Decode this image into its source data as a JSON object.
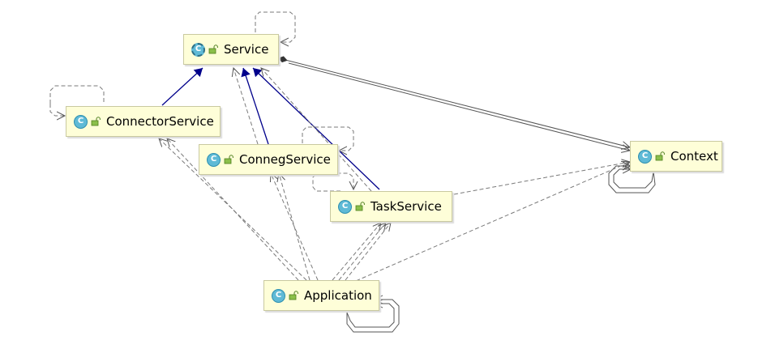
{
  "colors": {
    "node_fill": "#fefed8",
    "node_border": "#c9c9a0",
    "inheritance_edge": "#00008b",
    "dependency_edge": "#7a7a7a",
    "class_icon": "#5fbad6"
  },
  "nodes": [
    {
      "id": "service",
      "label": "Service",
      "icon": "abstract-class-icon"
    },
    {
      "id": "connector",
      "label": "ConnectorService",
      "icon": "class-icon"
    },
    {
      "id": "conneg",
      "label": "ConnegService",
      "icon": "class-icon"
    },
    {
      "id": "task",
      "label": "TaskService",
      "icon": "class-icon"
    },
    {
      "id": "context",
      "label": "Context",
      "icon": "class-icon"
    },
    {
      "id": "application",
      "label": "Application",
      "icon": "class-icon"
    }
  ],
  "class_icon_letter": "C",
  "edges": [
    {
      "from": "connector",
      "to": "service",
      "kind": "extends"
    },
    {
      "from": "conneg",
      "to": "service",
      "kind": "extends"
    },
    {
      "from": "task",
      "to": "service",
      "kind": "extends"
    },
    {
      "from": "service",
      "to": "context",
      "kind": "composition"
    },
    {
      "from": "conneg",
      "to": "service",
      "kind": "dependency"
    },
    {
      "from": "task",
      "to": "service",
      "kind": "dependency"
    },
    {
      "from": "task",
      "to": "context",
      "kind": "dependency"
    },
    {
      "from": "application",
      "to": "connector",
      "kind": "dependency"
    },
    {
      "from": "application",
      "to": "conneg",
      "kind": "dependency"
    },
    {
      "from": "application",
      "to": "task",
      "kind": "dependency"
    },
    {
      "from": "application",
      "to": "context",
      "kind": "dependency"
    },
    {
      "from": "service",
      "to": "service",
      "kind": "self-dependency"
    },
    {
      "from": "connector",
      "to": "connector",
      "kind": "self-dependency"
    },
    {
      "from": "conneg",
      "to": "conneg",
      "kind": "self-dependency"
    },
    {
      "from": "task",
      "to": "task",
      "kind": "self-dependency"
    },
    {
      "from": "context",
      "to": "context",
      "kind": "self-composition"
    },
    {
      "from": "application",
      "to": "application",
      "kind": "self-composition"
    }
  ]
}
